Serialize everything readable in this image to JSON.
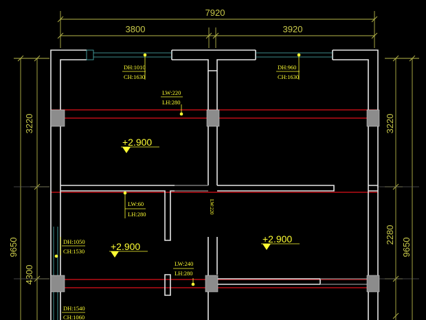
{
  "dimensions": {
    "top_overall": "7920",
    "top_left": "3800",
    "top_right": "3920",
    "left_upper": "3220",
    "left_lower": "4300",
    "left_overall": "9650",
    "right_upper": "3220",
    "right_lower": "2280",
    "right_overall": "9650"
  },
  "elevations": {
    "room_upper_left": "+2.900",
    "room_lower_left": "+2.900",
    "room_lower_right": "+2.900"
  },
  "openings": {
    "top_left_window": {
      "line1": "DH:1010",
      "line2": "CH:1630"
    },
    "top_right_window": {
      "line1": "DH:960",
      "line2": "CH:1630"
    },
    "left_window_upper": {
      "line1": "DH:1050",
      "line2": "CH:1530"
    },
    "left_window_lower": {
      "line1": "DH:1540",
      "line2": "CH:1060"
    }
  },
  "beam_notes": {
    "upper_center": {
      "line1": "LW:220",
      "line2": "LH:280"
    },
    "middle_left": {
      "line1": "LW:60",
      "line2": "LH:280"
    },
    "vertical_center": {
      "text": "LW:220"
    },
    "lower_center": {
      "line1": "LW:240",
      "line2": "LH:280"
    }
  }
}
